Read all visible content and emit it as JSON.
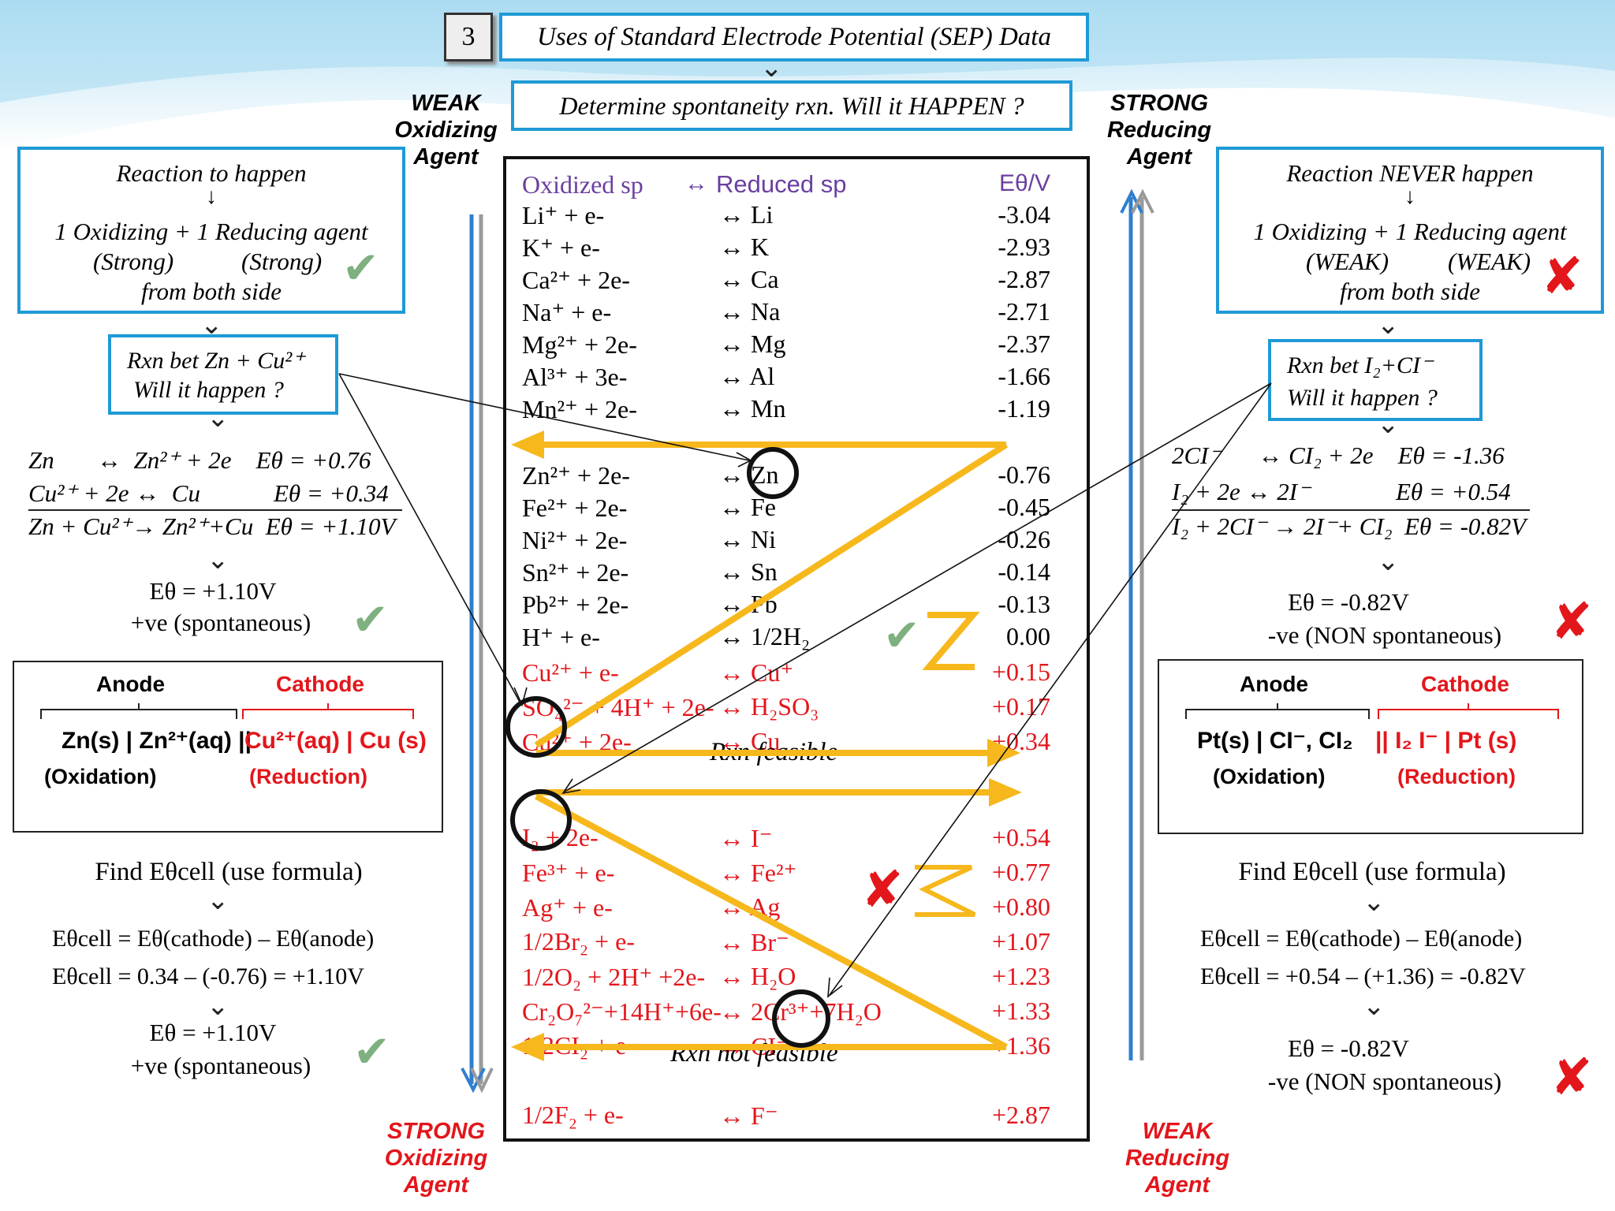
{
  "header": {
    "number": "3",
    "title": "Uses of Standard Electrode Potential (SEP) Data",
    "subtitle": "Determine spontaneity rxn. Will it HAPPEN ?"
  },
  "labels": {
    "weak_ox": [
      "WEAK",
      "Oxidizing",
      "Agent"
    ],
    "strong_red": [
      "STRONG",
      "Reducing",
      "Agent"
    ],
    "strong_ox": [
      "STRONG",
      "Oxidizing",
      "Agent"
    ],
    "weak_red": [
      "WEAK",
      "Reducing",
      "Agent"
    ]
  },
  "left": {
    "box_title": "Reaction to happen",
    "box_line1": "1 Oxidizing + 1 Reducing agent",
    "box_line2a": "(Strong)",
    "box_line2b": "(Strong)",
    "box_line3": "from both side",
    "q_line1": "Rxn bet Zn + Cu²⁺",
    "q_line2": "Will it happen ?",
    "eq1": "Zn       ↔  Zn²⁺ + 2e    Eθ = +0.76",
    "eq2": "Cu²⁺ + 2e ↔  Cu            Eθ = +0.34",
    "eq3": "Zn + Cu²⁺→ Zn²⁺+Cu  Eθ = +1.10V",
    "res1_a": "Eθ = +1.10V",
    "res1_b": "+ve (spontaneous)",
    "anode": "Anode",
    "cathode": "Cathode",
    "cell_left": "Zn(s) | Zn²⁺(aq) ||",
    "cell_right": "Cu²⁺(aq) | Cu (s)",
    "oxidation": "(Oxidation)",
    "reduction": "(Reduction)",
    "find": "Find Eθcell (use formula)",
    "formula1": "Eθcell = Eθ(cathode) – Eθ(anode)",
    "formula2": "Eθcell = 0.34 – (-0.76) = +1.10V",
    "res2_a": "Eθ = +1.10V",
    "res2_b": "+ve (spontaneous)"
  },
  "right": {
    "box_title": "Reaction NEVER happen",
    "box_line1": "1 Oxidizing + 1 Reducing agent",
    "box_line2a": "(WEAK)",
    "box_line2b": "(WEAK)",
    "box_line3": "from both side",
    "q_line1": "Rxn bet I₂+CI⁻",
    "q_line2": "Will it happen ?",
    "eq1": "2CI⁻      ↔ CI₂ + 2e    Eθ = -1.36",
    "eq2": "I₂ + 2e ↔ 2I⁻              Eθ = +0.54",
    "eq3": "I₂ + 2CI⁻ → 2I⁻+ CI₂  Eθ = -0.82V",
    "res1_a": "Eθ = -0.82V",
    "res1_b": "-ve (NON spontaneous)",
    "anode": "Anode",
    "cathode": "Cathode",
    "cell_left": "Pt(s) | CI⁻, CI₂",
    "cell_right": "|| I₂  I⁻  | Pt (s)",
    "oxidation": "(Oxidation)",
    "reduction": "(Reduction)",
    "find": "Find Eθcell (use formula)",
    "formula1": "Eθcell = Eθ(cathode) – Eθ(anode)",
    "formula2": "Eθcell = +0.54 – (+1.36) = -0.82V",
    "res2_a": "Eθ = -0.82V",
    "res2_b": "-ve (NON spontaneous)"
  },
  "table": {
    "head_ox": "Oxidized sp",
    "head_arrow": "↔",
    "head_red": "Reduced sp",
    "head_e": "Eθ/V",
    "rows_top": [
      {
        "ox": "Li⁺   + e-",
        "red": "↔   Li",
        "e": "-3.04"
      },
      {
        "ox": "K⁺    + e-",
        "red": "↔   K",
        "e": "-2.93"
      },
      {
        "ox": "Ca²⁺ + 2e-",
        "red": "↔  Ca",
        "e": "-2.87"
      },
      {
        "ox": "Na⁺   + e-",
        "red": "↔  Na",
        "e": "-2.71"
      },
      {
        "ox": "Mg²⁺ + 2e-",
        "red": "↔  Mg",
        "e": "-2.37"
      },
      {
        "ox": "Al³⁺  + 3e-",
        "red": "↔  Al",
        "e": "-1.66"
      },
      {
        "ox": "Mn²⁺ + 2e-",
        "red": "↔  Mn",
        "e": "-1.19"
      }
    ],
    "rows_mid": [
      {
        "ox": "Zn²⁺  + 2e-",
        "red": "↔  Zn",
        "e": "-0.76"
      },
      {
        "ox": "Fe²⁺  + 2e-",
        "red": "↔  Fe",
        "e": "-0.45"
      },
      {
        "ox": "Ni²⁺  + 2e-",
        "red": "↔  Ni",
        "e": "-0.26"
      },
      {
        "ox": "Sn²⁺  + 2e-",
        "red": "↔  Sn",
        "e": "-0.14"
      },
      {
        "ox": "Pb²⁺  + 2e-",
        "red": "↔  Pb",
        "e": "-0.13"
      },
      {
        "ox": "H⁺     + e-",
        "red": "↔ 1/2H₂",
        "e": "0.00"
      }
    ],
    "rows_red1": [
      {
        "ox": "Cu²⁺  + e-",
        "red": "↔ Cu⁺",
        "e": "+0.15"
      },
      {
        "ox": "SO₄²⁻ + 4H⁺ + 2e-",
        "red": "↔ H₂SO₃",
        "e": "+0.17"
      },
      {
        "ox": "Cu²⁺  + 2e-",
        "red": "↔  Cu",
        "e": "+0.34"
      }
    ],
    "rows_red2": [
      {
        "ox": "I₂      + 2e-",
        "red": "↔   I⁻",
        "e": "+0.54"
      },
      {
        "ox": "Fe³⁺   + e-",
        "red": "↔  Fe²⁺",
        "e": "+0.77"
      },
      {
        "ox": "Ag⁺     + e-",
        "red": "↔  Ag",
        "e": "+0.80"
      },
      {
        "ox": "1/2Br₂  + e-",
        "red": "↔  Br⁻",
        "e": "+1.07"
      },
      {
        "ox": "1/2O₂ + 2H⁺ +2e-",
        "red": "↔  H₂O",
        "e": "+1.23"
      },
      {
        "ox": "Cr₂O₇²⁻+14H⁺+6e-",
        "red": "↔ 2Cr³⁺+7H₂O",
        "e": "+1.33"
      },
      {
        "ox": "1/2CI₂  + e-",
        "red": "↔  CI⁻",
        "e": "+1.36"
      }
    ],
    "row_last": {
      "ox": "1/2F₂    + e-",
      "red": "↔  F⁻",
      "e": "+2.87"
    },
    "feasible": "Rxn  feasible",
    "not_feasible": "Rxn not feasible"
  },
  "colors": {
    "box_border": "#1f9ad6",
    "arrow_yellow": "#f6b81c",
    "red": "#e3161b",
    "purple": "#6b3fa0",
    "blue_line": "#2f7fcf"
  }
}
